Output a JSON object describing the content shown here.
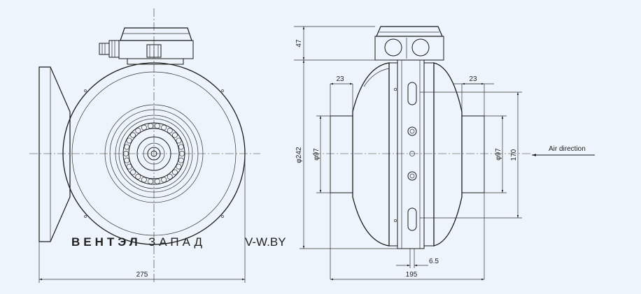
{
  "dimensions": {
    "width_left": "275",
    "height_box": "47",
    "diameter_body": "φ242",
    "diameter_inlet": "φ97",
    "diameter_outlet": "φ97",
    "flange_width_left": "23",
    "flange_width_right": "23",
    "mount_height": "170",
    "slot_width": "6.5",
    "length_side": "195"
  },
  "labels": {
    "air_direction": "Air direction"
  },
  "watermark": {
    "brand_part1": "ВЕНТЭЛ",
    "brand_part2": "ЗАПАД",
    "site": "V-W.BY"
  },
  "colors": {
    "background": "#eef4fb",
    "line": "#1a1a1a",
    "watermark_blue": "#9ec3e6",
    "watermark_gray": "#9a9a9a"
  }
}
